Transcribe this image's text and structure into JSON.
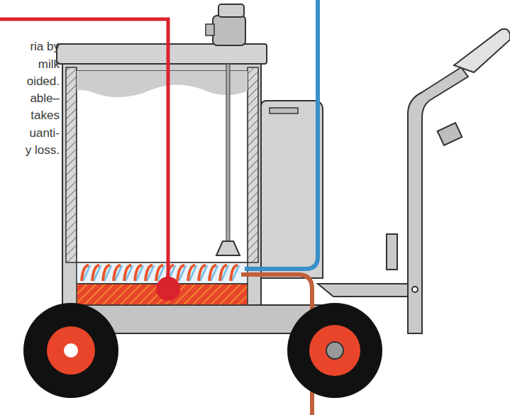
{
  "diagram": {
    "labels": [
      "ria by",
      "milk",
      "oided.",
      "able–",
      "takes",
      "uanti-",
      "y loss."
    ]
  }
}
